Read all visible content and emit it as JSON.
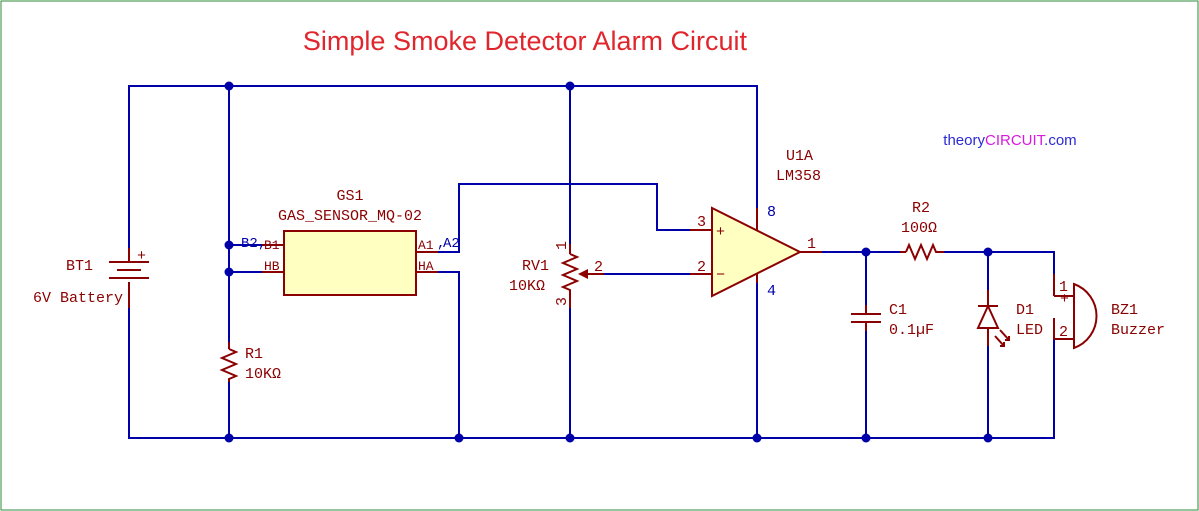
{
  "title": "Simple Smoke Detector Alarm Circuit",
  "brand": {
    "part1": "theory",
    "part2": "CIRCUIT",
    "part3": ".com"
  },
  "colors": {
    "wire": "#0000a8",
    "component": "#8b0000",
    "body_fill": "#ffffc2",
    "title": "#e0262c",
    "border": "#2e8b3a",
    "brand_main": "#2a2ad4",
    "brand_accent": "#d81adf"
  },
  "components": {
    "battery": {
      "ref": "BT1",
      "value": "6V Battery",
      "plus": "+"
    },
    "resistor1": {
      "ref": "R1",
      "value": "10KΩ"
    },
    "sensor": {
      "ref": "GS1",
      "value": "GAS_SENSOR_MQ-02",
      "pin_b1": "B1",
      "pin_b2": "B2",
      "pin_hb": "HB",
      "pin_a1": "A1",
      "pin_a2": "A2",
      "pin_ha": "HA"
    },
    "pot": {
      "ref": "RV1",
      "value": "10KΩ",
      "pin1": "1",
      "pin2": "2",
      "pin3": "3"
    },
    "opamp": {
      "ref": "U1A",
      "value": "LM358",
      "pin_plus": "3",
      "pin_minus": "2",
      "pin_out": "1",
      "pin_vcc": "8",
      "pin_gnd": "4",
      "plus_sign": "+",
      "minus_sign": "−"
    },
    "resistor2": {
      "ref": "R2",
      "value": "100Ω"
    },
    "capacitor": {
      "ref": "C1",
      "value": "0.1µF"
    },
    "led": {
      "ref": "D1",
      "value": "LED"
    },
    "buzzer": {
      "ref": "BZ1",
      "value": "Buzzer",
      "pin1": "1",
      "pin2": "2",
      "plus": "+"
    }
  }
}
